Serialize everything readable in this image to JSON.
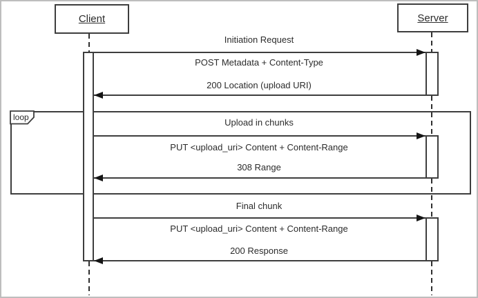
{
  "diagram_type": "uml-sequence",
  "actors": {
    "client": "Client",
    "server": "Server"
  },
  "loop": {
    "operator": "loop"
  },
  "sections": [
    {
      "title": "Initiation Request",
      "request": "POST Metadata + Content-Type",
      "response": "200 Location (upload URI)",
      "in_loop": false
    },
    {
      "title": "Upload in chunks",
      "request": "PUT <upload_uri> Content + Content-Range",
      "response": "308 Range",
      "in_loop": true
    },
    {
      "title": "Final chunk",
      "request": "PUT <upload_uri> Content + Content-Range",
      "response": "200 Response",
      "in_loop": false
    }
  ],
  "colors": {
    "line": "#3d3d3d",
    "text": "#2b2b2b",
    "frame_border": "#bdbdbd",
    "background": "#ffffff"
  }
}
